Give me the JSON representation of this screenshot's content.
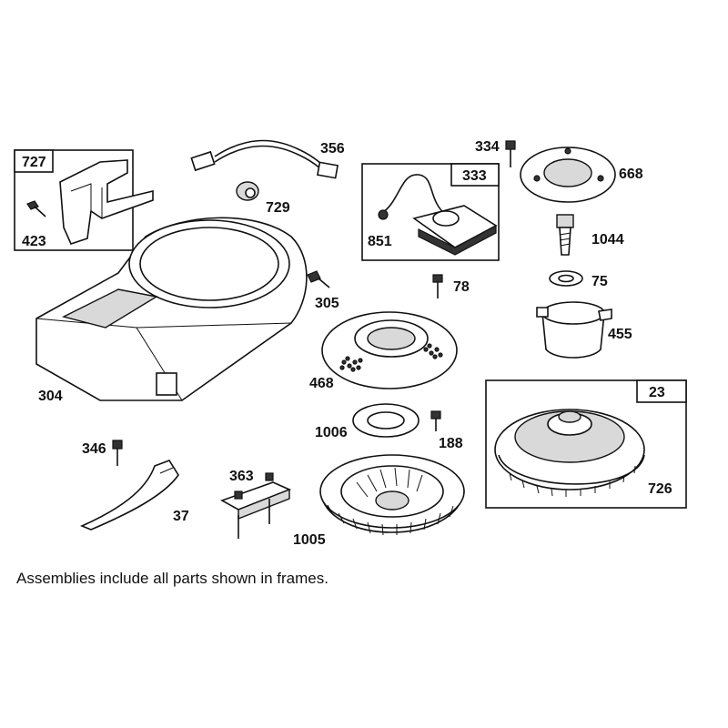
{
  "parts": {
    "p727": "727",
    "p423": "423",
    "p356": "356",
    "p729": "729",
    "p334": "334",
    "p333": "333",
    "p668": "668",
    "p851": "851",
    "p1044": "1044",
    "p305": "305",
    "p78": "78",
    "p75": "75",
    "p455": "455",
    "p304": "304",
    "p468": "468",
    "p23": "23",
    "p1006": "1006",
    "p188": "188",
    "p346": "346",
    "p363": "363",
    "p726": "726",
    "p37": "37",
    "p1005": "1005"
  },
  "note": "Assemblies include all parts shown in frames."
}
